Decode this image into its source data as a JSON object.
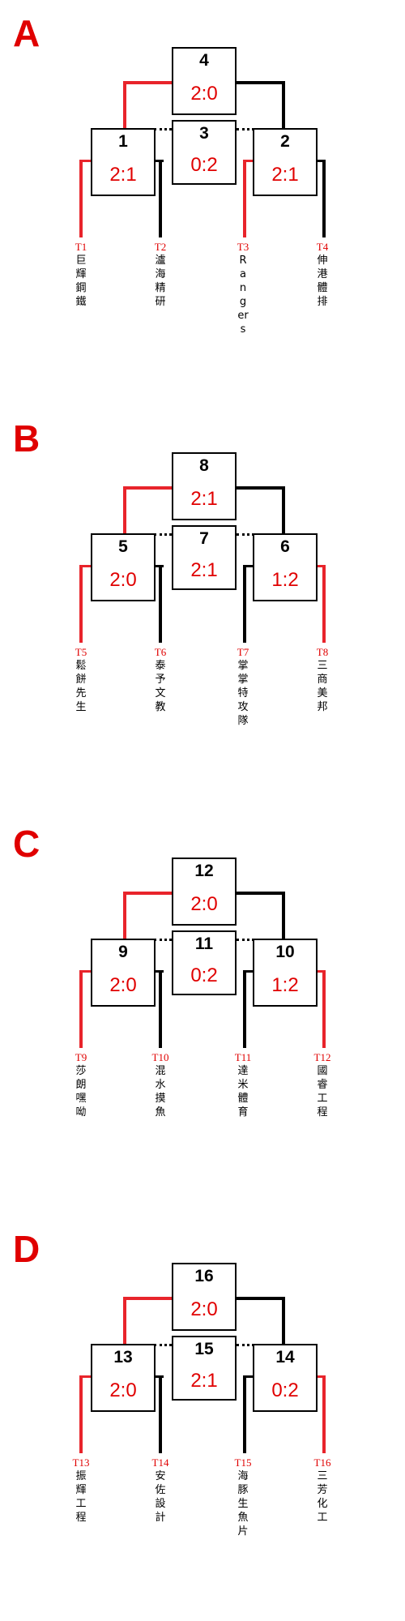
{
  "groups": [
    {
      "letter": "A",
      "matches": {
        "final": {
          "num": "4",
          "score": "2:0"
        },
        "left": {
          "num": "1",
          "score": "2:1"
        },
        "middle": {
          "num": "3",
          "score": "0:2"
        },
        "right": {
          "num": "2",
          "score": "2:1"
        }
      },
      "winners": {
        "final": "left",
        "left": "first",
        "right": "first"
      },
      "teams": [
        {
          "code": "T1",
          "name": "巨輝鋼鐵"
        },
        {
          "code": "T2",
          "name": "瀘海精研"
        },
        {
          "code": "T3",
          "name": "Rangers"
        },
        {
          "code": "T4",
          "name": "伸港體排"
        }
      ]
    },
    {
      "letter": "B",
      "matches": {
        "final": {
          "num": "8",
          "score": "2:1"
        },
        "left": {
          "num": "5",
          "score": "2:0"
        },
        "middle": {
          "num": "7",
          "score": "2:1"
        },
        "right": {
          "num": "6",
          "score": "1:2"
        }
      },
      "winners": {
        "final": "left",
        "left": "first",
        "right": "second"
      },
      "teams": [
        {
          "code": "T5",
          "name": "鬆餅先生"
        },
        {
          "code": "T6",
          "name": "泰予文教"
        },
        {
          "code": "T7",
          "name": "掌掌特攻隊"
        },
        {
          "code": "T8",
          "name": "三商美邦"
        }
      ]
    },
    {
      "letter": "C",
      "matches": {
        "final": {
          "num": "12",
          "score": "2:0"
        },
        "left": {
          "num": "9",
          "score": "2:0"
        },
        "middle": {
          "num": "11",
          "score": "0:2"
        },
        "right": {
          "num": "10",
          "score": "1:2"
        }
      },
      "winners": {
        "final": "left",
        "left": "first",
        "right": "second"
      },
      "teams": [
        {
          "code": "T9",
          "name": "莎朗嘿呦"
        },
        {
          "code": "T10",
          "name": "混水摸魚"
        },
        {
          "code": "T11",
          "name": "達米體育"
        },
        {
          "code": "T12",
          "name": "國睿工程"
        }
      ]
    },
    {
      "letter": "D",
      "matches": {
        "final": {
          "num": "16",
          "score": "2:0"
        },
        "left": {
          "num": "13",
          "score": "2:0"
        },
        "middle": {
          "num": "15",
          "score": "2:1"
        },
        "right": {
          "num": "14",
          "score": "0:2"
        }
      },
      "winners": {
        "final": "left",
        "left": "first",
        "right": "second"
      },
      "teams": [
        {
          "code": "T13",
          "name": "振輝工程"
        },
        {
          "code": "T14",
          "name": "安佐設計"
        },
        {
          "code": "T15",
          "name": "海豚生魚片"
        },
        {
          "code": "T16",
          "name": "三芳化工"
        }
      ]
    }
  ]
}
